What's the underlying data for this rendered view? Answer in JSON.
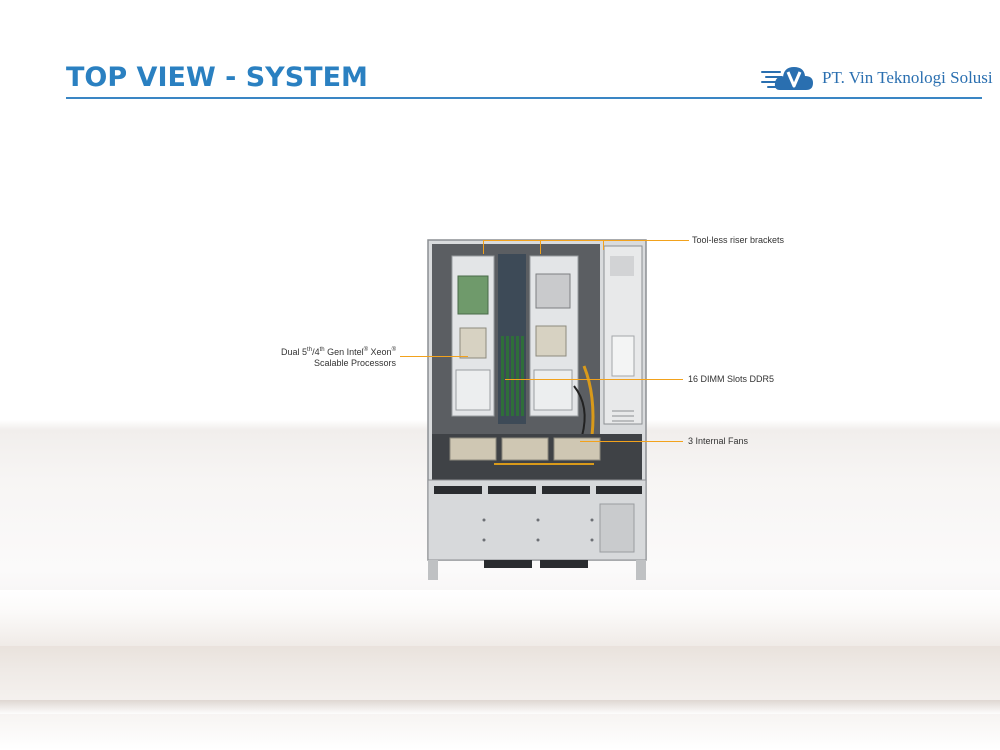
{
  "header": {
    "title": "TOP VIEW - SYSTEM",
    "company": "PT. Vin Teknologi Solusi"
  },
  "callouts": {
    "riser": "Tool-less riser brackets",
    "processors_line1_a": "Dual 5",
    "processors_line1_sup1": "th",
    "processors_line1_b": "/4",
    "processors_line1_sup2": "th",
    "processors_line1_c": " Gen Intel",
    "processors_line1_sup3": "®",
    "processors_line1_d": " Xeon",
    "processors_line1_sup4": "®",
    "processors_line2": "Scalable Processors",
    "dimm": "16 DIMM Slots DDR5",
    "fans": "3 Internal  Fans"
  },
  "colors": {
    "title": "#2a80c1",
    "callout_line": "#f2a21d",
    "logo_blue": "#2a6fb0"
  }
}
